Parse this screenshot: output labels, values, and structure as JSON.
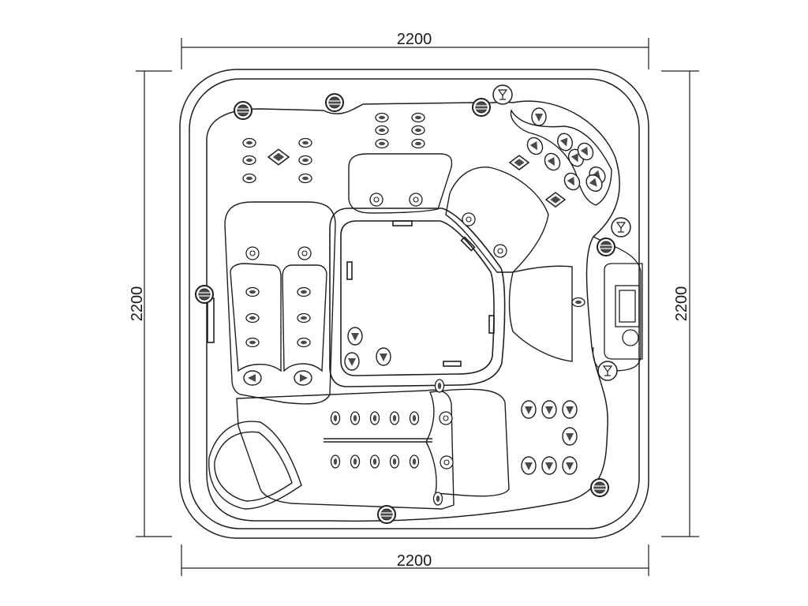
{
  "drawing": {
    "dimension_top": "2200",
    "dimension_bottom": "2200",
    "dimension_left": "2200",
    "dimension_right": "2200"
  },
  "colors": {
    "line": "#1f1f1f",
    "fill": "#ffffff",
    "jet_fill": "#4a4a4a"
  },
  "icons": [
    "jet-icon",
    "air-button-icon",
    "cup-holder-icon",
    "control-panel-icon",
    "light-icon"
  ]
}
